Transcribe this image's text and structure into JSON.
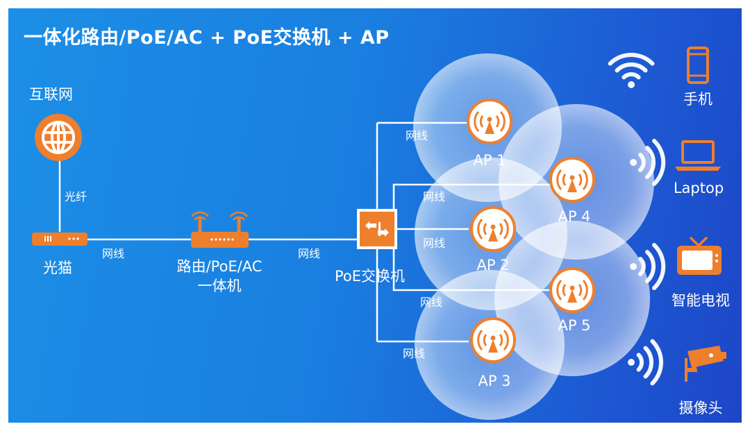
{
  "title": "一体化路由/PoE/AC + PoE交换机 + AP",
  "internet": {
    "label": "互联网",
    "icon": "globe-icon"
  },
  "fiber_label": "光纤",
  "modem": {
    "label": "光猫",
    "icon": "modem-icon"
  },
  "router": {
    "label_line1": "路由/PoE/AC",
    "label_line2": "一体机",
    "icon": "router-icon"
  },
  "switch": {
    "label": "PoE交换机",
    "icon": "poe-switch-icon"
  },
  "cable_label": "网线",
  "aps": [
    {
      "id": "ap1",
      "label": "AP 1"
    },
    {
      "id": "ap2",
      "label": "AP 2"
    },
    {
      "id": "ap3",
      "label": "AP 3"
    },
    {
      "id": "ap4",
      "label": "AP 4"
    },
    {
      "id": "ap5",
      "label": "AP 5"
    }
  ],
  "devices": [
    {
      "label": "手机",
      "icon": "phone-icon"
    },
    {
      "label": "Laptop",
      "icon": "laptop-icon"
    },
    {
      "label": "智能电视",
      "icon": "tv-icon"
    },
    {
      "label": "摄像头",
      "icon": "camera-icon"
    }
  ],
  "colors": {
    "accent": "#ee7f2d",
    "bg_start": "#1c8fe6",
    "bg_end": "#1d46c6",
    "line": "#ffffff"
  }
}
